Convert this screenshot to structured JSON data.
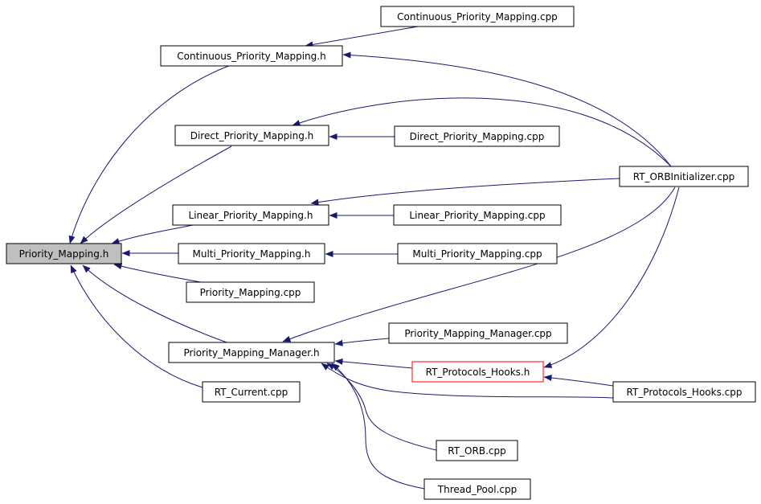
{
  "colors": {
    "edge": "#191970",
    "node_border": "#000000",
    "node_fill": "#ffffff",
    "root_fill": "#bfbfbf",
    "highlight_border": "#ff0000"
  },
  "nodes": {
    "priority_mapping_h": "Priority_Mapping.h",
    "continuous_h": "Continuous_Priority_Mapping.h",
    "continuous_cpp": "Continuous_Priority_Mapping.cpp",
    "direct_h": "Direct_Priority_Mapping.h",
    "direct_cpp": "Direct_Priority_Mapping.cpp",
    "linear_h": "Linear_Priority_Mapping.h",
    "linear_cpp": "Linear_Priority_Mapping.cpp",
    "multi_h": "Multi_Priority_Mapping.h",
    "multi_cpp": "Multi_Priority_Mapping.cpp",
    "priority_mapping_cpp": "Priority_Mapping.cpp",
    "manager_h": "Priority_Mapping_Manager.h",
    "manager_cpp": "Priority_Mapping_Manager.cpp",
    "rt_protocols_hooks_h": "RT_Protocols_Hooks.h",
    "rt_protocols_hooks_cpp": "RT_Protocols_Hooks.cpp",
    "rt_orbinitializer_cpp": "RT_ORBInitializer.cpp",
    "rt_current_cpp": "RT_Current.cpp",
    "rt_orb_cpp": "RT_ORB.cpp",
    "thread_pool_cpp": "Thread_Pool.cpp"
  }
}
